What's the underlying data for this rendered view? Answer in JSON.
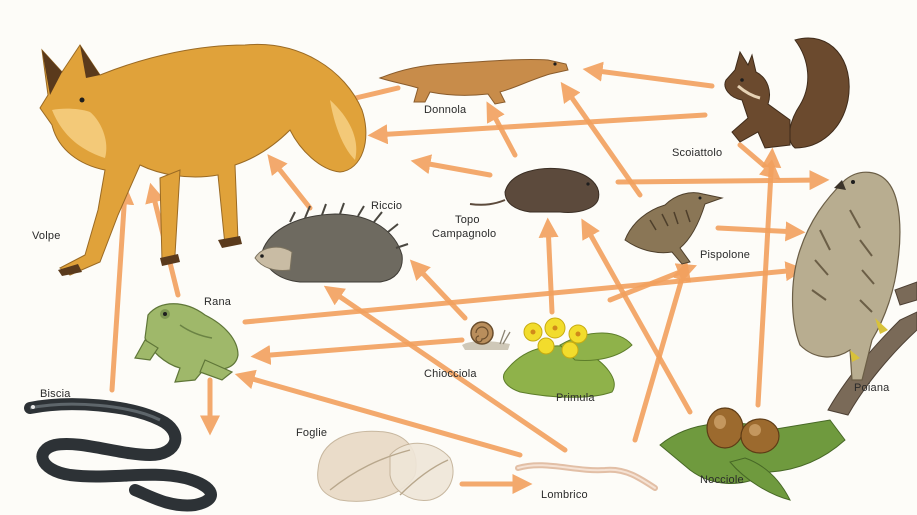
{
  "organisms": {
    "volpe": "Volpe",
    "donnola": "Donnola",
    "scoiattolo": "Scoiattolo",
    "riccio": "Riccio",
    "topo_1": "Topo",
    "topo_2": "Campagnolo",
    "pispolone": "Pispolone",
    "poiana": "Poiana",
    "rana": "Rana",
    "chiocciola": "Chiocciola",
    "primula": "Primula",
    "biscia": "Biscia",
    "foglie": "Foglie",
    "lombrico": "Lombrico",
    "nocciole": "Nocciole"
  },
  "colors": {
    "arrow": "#f2a15e",
    "fox": "#e0a23a",
    "fox_light": "#f3c978",
    "weasel": "#c88c4a",
    "squirrel": "#6b4a2e",
    "hedgehog": "#6e6a60",
    "vole": "#5c4a3c",
    "bird": "#8a7656",
    "hawk": "#b8ad90",
    "frog": "#9fb86a",
    "snake": "#2d3236",
    "primrose": "#f2dc2c",
    "leaf": "#8fb24a",
    "worm": "#f0d3bf",
    "hazelnut": "#9c6a2e",
    "dry_leaf": "#e8d9c4"
  },
  "icons": [
    "fox-icon",
    "weasel-icon",
    "squirrel-icon",
    "hedgehog-icon",
    "vole-icon",
    "pipit-icon",
    "buzzard-icon",
    "frog-icon",
    "snail-icon",
    "primrose-icon",
    "grass-snake-icon",
    "dry-leaves-icon",
    "earthworm-icon",
    "hazelnut-icon"
  ]
}
